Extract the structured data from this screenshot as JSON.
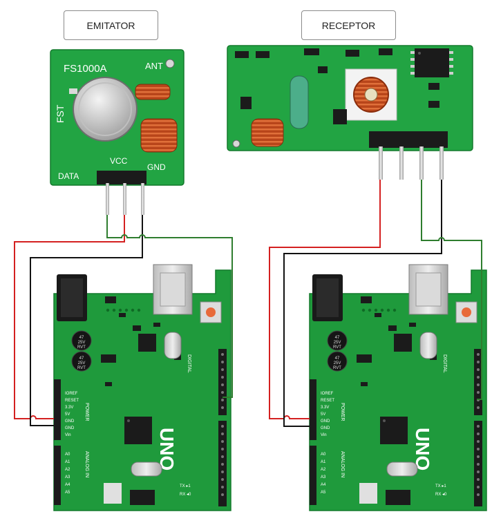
{
  "labels": {
    "emitter": "EMITATOR",
    "receiver": "RECEPTOR"
  },
  "transmitter": {
    "model": "FS1000A",
    "side_text": "FST",
    "antenna": "ANT",
    "pins": [
      "DATA",
      "VCC",
      "GND"
    ]
  },
  "arduino": {
    "model": "UNO",
    "power_label": "POWER",
    "analog_label": "ANALOG IN",
    "digital_label": "DIGITAL",
    "power_pins": [
      "IOREF",
      "RESET",
      "3.3V",
      "5V",
      "GND",
      "GND",
      "Vin"
    ],
    "analog_pins": [
      "A0",
      "A1",
      "A2",
      "A3",
      "A4",
      "A5"
    ],
    "cap_text": [
      "47",
      "25V",
      "RVT"
    ],
    "tx_label": "TX ▸1",
    "rx_label": "RX ◂0"
  },
  "colors": {
    "pcb": "#1f9a3c",
    "pcb_dark": "#137a2c",
    "wire_power": "#d42020",
    "wire_ground": "#111111",
    "wire_data": "#2e7d2e"
  }
}
